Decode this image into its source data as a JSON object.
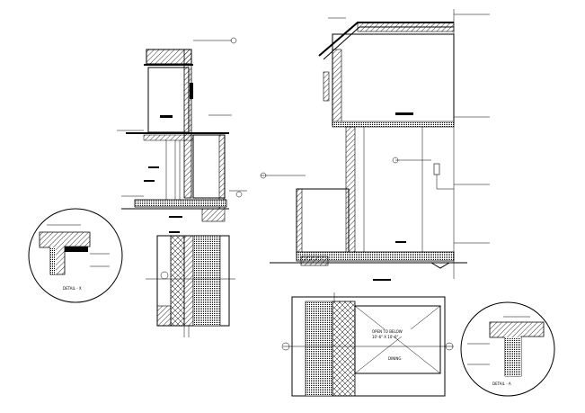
{
  "labels": {
    "detail_x": "DETAIL - X",
    "detail_a": "DETAIL - A",
    "plan_label_line1": "OPEN TO BELOW",
    "plan_label_line2": "10'-6\" X 10'-0\"",
    "plan_label_line3": "DINING"
  },
  "colors": {
    "ink": "#000000",
    "paper": "#ffffff",
    "hatch": "#444444"
  }
}
